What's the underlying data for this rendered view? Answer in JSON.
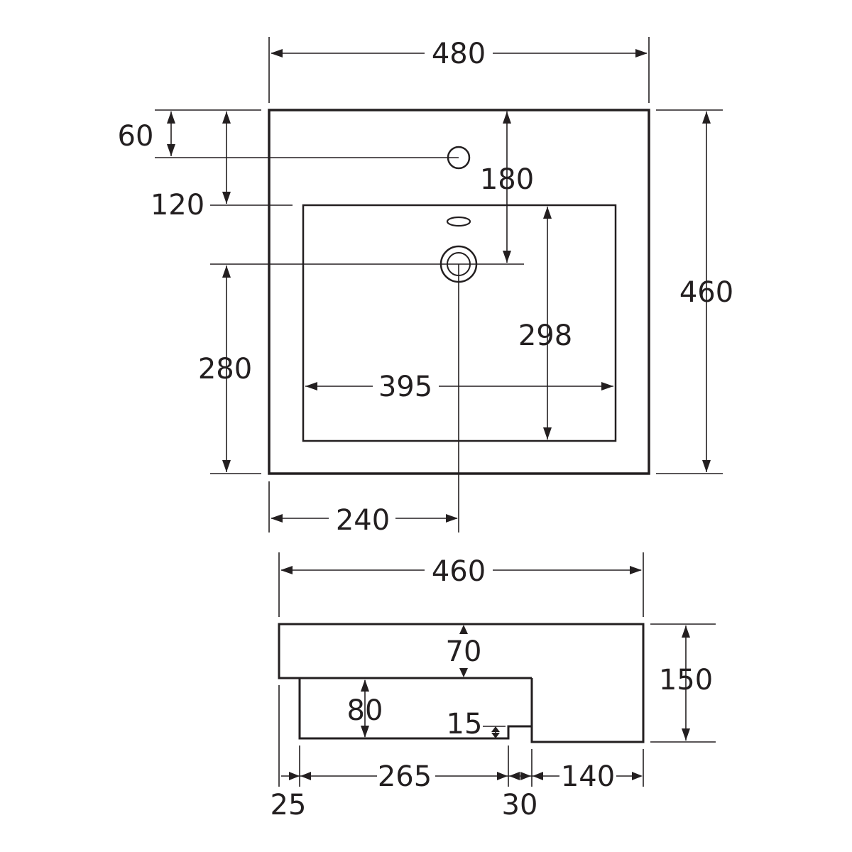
{
  "colors": {
    "line": "#231f20",
    "background": "#ffffff"
  },
  "top_view": {
    "overall_width": "480",
    "overall_depth": "460",
    "tap_hole_offset": "60",
    "bowl_offset": "120",
    "tap_to_waste": "180",
    "bowl_depth": "298",
    "bowl_width": "395",
    "waste_to_front": "280",
    "waste_from_side": "240"
  },
  "side_view": {
    "overall_width": "460",
    "height": "150",
    "rim_thickness": "70",
    "bowl_height": "80",
    "overflow_step": "15",
    "left_edge": "25",
    "bowl_length": "265",
    "step_width": "30",
    "right_section": "140"
  }
}
